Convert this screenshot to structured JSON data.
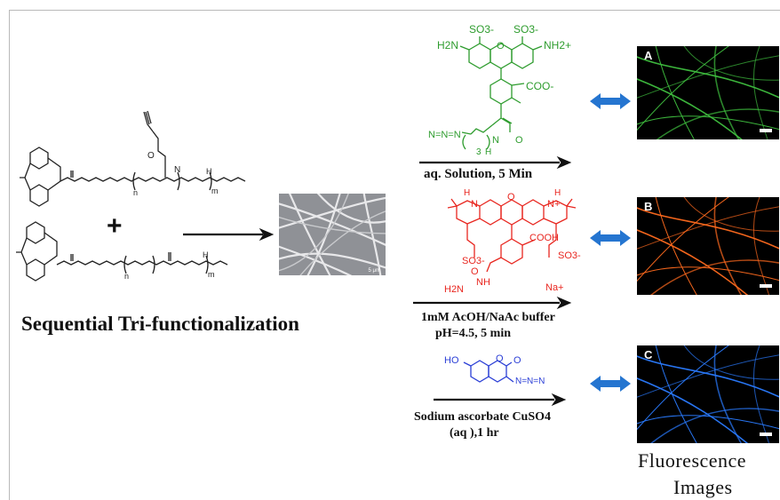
{
  "main_title": "Sequential Tri-functionalization",
  "images_title_line1": "Fluorescence",
  "images_title_line2": "Images",
  "plus_sign": "+",
  "sem_scalebar_text": "5 μm",
  "step1": {
    "condition": "aq. Solution, 5 Min",
    "color": "#2e9c2e",
    "labels": {
      "so3_left": "SO3-",
      "so3_right": "SO3-",
      "h2n": "H2N",
      "nh2_plus": "NH2+",
      "o_ring": "O",
      "coo": "COO-",
      "azide": "N=N=N",
      "h": "H",
      "sub3": "3",
      "nh": "N",
      "o_amide": "O"
    }
  },
  "step2": {
    "condition_line1": "1mM AcOH/NaAc buffer",
    "condition_line2": "pH=4.5, 5 min",
    "color": "#e8261f",
    "labels": {
      "n_left": "N",
      "h_left": "H",
      "o_ring": "O",
      "n_plus": "N+",
      "h_right": "H",
      "cooh": "COOH",
      "so3_left": "SO3-",
      "so3_right": "SO3-",
      "h2n": "H2N",
      "nh": "NH",
      "o_amide": "O",
      "na": "Na+"
    }
  },
  "step3": {
    "condition_line1": "Sodium ascorbate CuSO4",
    "condition_line2": "(aq ),1 hr",
    "color": "#2b3fd6",
    "labels": {
      "ho": "HO",
      "o1": "O",
      "o2": "O",
      "azide": "N=N=N"
    }
  },
  "polymer_labels": {
    "n_upper": "n",
    "m_upper": "m",
    "h_upper": "H",
    "n_lower": "n",
    "m_lower": "m",
    "h_lower": "H",
    "o_oxime": "O",
    "n_oxime": "N"
  },
  "panels": [
    {
      "letter": "A",
      "color": "#3fbf3f"
    },
    {
      "letter": "B",
      "color": "#ff6a1e"
    },
    {
      "letter": "C",
      "color": "#2a7bff"
    }
  ],
  "arrow_color": "#2575d0"
}
